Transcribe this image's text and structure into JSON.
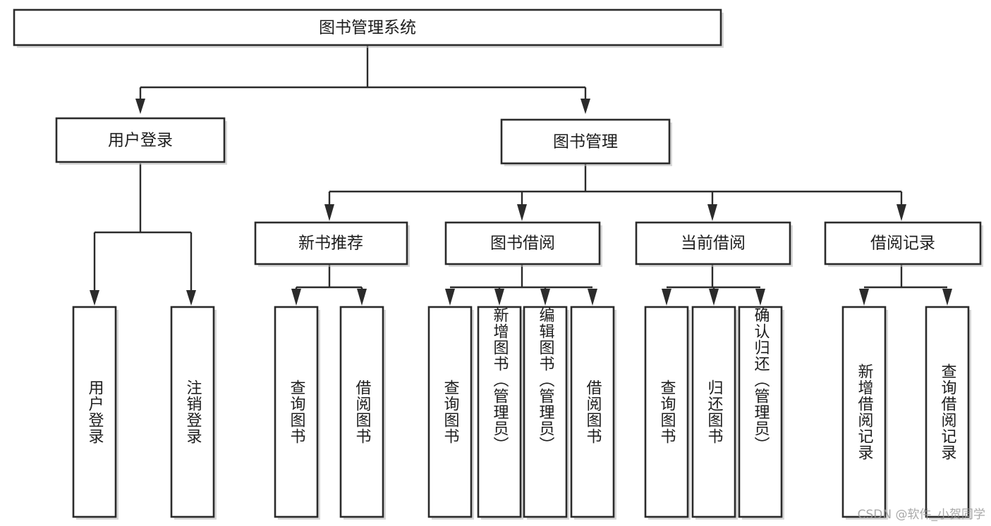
{
  "diagram": {
    "type": "tree-hierarchy",
    "title": "图书管理系统",
    "watermark": "CSDN @软件_小贺同学",
    "colors": {
      "box_fill": "#ffffff",
      "box_stroke": "#2b2b2b",
      "text": "#1d1d1d",
      "shadow": "#b8b8b8",
      "watermark": "#9a9a9a"
    },
    "nodes": {
      "root": {
        "label": "图书管理系统"
      },
      "level2": [
        {
          "id": "user-login",
          "label": "用户登录"
        },
        {
          "id": "book-management",
          "label": "图书管理"
        }
      ],
      "level3": [
        {
          "id": "new-book-recommend",
          "label": "新书推荐"
        },
        {
          "id": "book-borrow",
          "label": "图书借阅"
        },
        {
          "id": "current-borrow",
          "label": "当前借阅"
        },
        {
          "id": "borrow-record",
          "label": "借阅记录"
        }
      ],
      "leaves": [
        {
          "id": "leaf-user-login",
          "label": "用户登录",
          "parent": "user-login"
        },
        {
          "id": "leaf-logout-login",
          "label": "注销登录",
          "parent": "user-login"
        },
        {
          "id": "leaf-query-book-1",
          "label": "查询图书",
          "parent": "new-book-recommend"
        },
        {
          "id": "leaf-borrow-book-1",
          "label": "借阅图书",
          "parent": "new-book-recommend"
        },
        {
          "id": "leaf-query-book-2",
          "label": "查询图书",
          "parent": "book-borrow"
        },
        {
          "id": "leaf-add-book",
          "label": "新增图书（管理员）",
          "parent": "book-borrow"
        },
        {
          "id": "leaf-edit-book",
          "label": "编辑图书（管理员）",
          "parent": "book-borrow"
        },
        {
          "id": "leaf-borrow-book-2",
          "label": "借阅图书",
          "parent": "book-borrow"
        },
        {
          "id": "leaf-query-book-3",
          "label": "查询图书",
          "parent": "current-borrow"
        },
        {
          "id": "leaf-return-book",
          "label": "归还图书",
          "parent": "current-borrow"
        },
        {
          "id": "leaf-confirm-return",
          "label": "确认归还（管理员）",
          "parent": "current-borrow"
        },
        {
          "id": "leaf-add-record",
          "label": "新增借阅记录",
          "parent": "borrow-record"
        },
        {
          "id": "leaf-query-record",
          "label": "查询借阅记录",
          "parent": "borrow-record"
        }
      ]
    }
  }
}
